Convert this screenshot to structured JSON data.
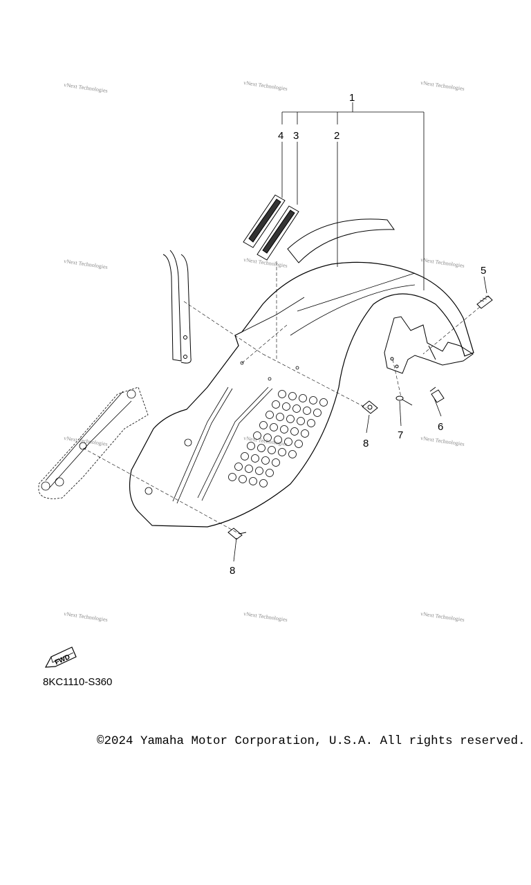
{
  "diagram": {
    "callouts": [
      {
        "id": "1",
        "label": "1"
      },
      {
        "id": "2",
        "label": "2"
      },
      {
        "id": "3",
        "label": "3"
      },
      {
        "id": "4",
        "label": "4"
      },
      {
        "id": "5",
        "label": "5"
      },
      {
        "id": "6",
        "label": "6"
      },
      {
        "id": "7",
        "label": "7"
      },
      {
        "id": "8a",
        "label": "8"
      },
      {
        "id": "8b",
        "label": "8"
      }
    ],
    "watermark_text": "vNext Technologies",
    "fwd_label": "FWD",
    "part_code": "8KC1110-S360"
  },
  "footer": {
    "copyright": "©2024 Yamaha Motor Corporation, U.S.A. All rights reserved."
  }
}
